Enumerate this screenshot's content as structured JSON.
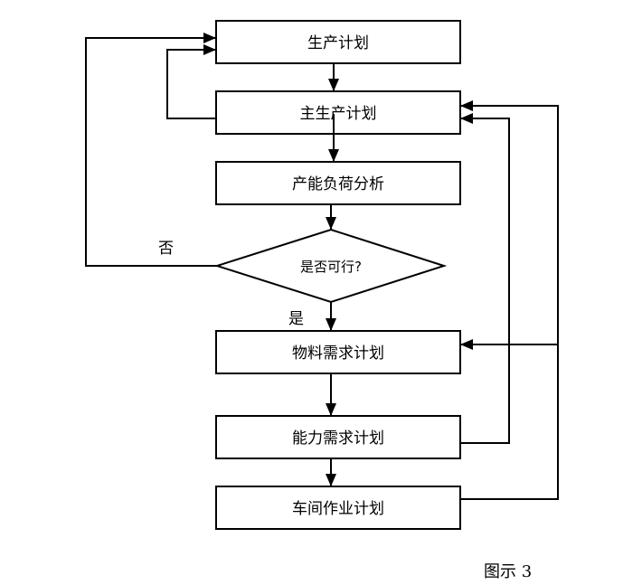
{
  "diagram": {
    "type": "flowchart",
    "nodes": [
      {
        "id": "production-plan",
        "shape": "rect",
        "label": "生产计划"
      },
      {
        "id": "master-production-schedule",
        "shape": "rect",
        "label": "主生产计划"
      },
      {
        "id": "capacity-load-analysis",
        "shape": "rect",
        "label": "产能负荷分析"
      },
      {
        "id": "feasible-decision",
        "shape": "diamond",
        "label": "是否可行?"
      },
      {
        "id": "material-requirements-plan",
        "shape": "rect",
        "label": "物料需求计划"
      },
      {
        "id": "capacity-requirements-plan",
        "shape": "rect",
        "label": "能力需求计划"
      },
      {
        "id": "workshop-operation-plan",
        "shape": "rect",
        "label": "车间作业计划"
      }
    ],
    "edges": [
      {
        "from": "production-plan",
        "to": "master-production-schedule",
        "label": ""
      },
      {
        "from": "master-production-schedule",
        "to": "capacity-load-analysis",
        "label": ""
      },
      {
        "from": "capacity-load-analysis",
        "to": "feasible-decision",
        "label": ""
      },
      {
        "from": "feasible-decision",
        "to": "material-requirements-plan",
        "label": "是"
      },
      {
        "from": "feasible-decision",
        "to": "production-plan",
        "label": "否"
      },
      {
        "from": "master-production-schedule",
        "to": "production-plan",
        "label": ""
      },
      {
        "from": "material-requirements-plan",
        "to": "capacity-requirements-plan",
        "label": ""
      },
      {
        "from": "capacity-requirements-plan",
        "to": "workshop-operation-plan",
        "label": ""
      },
      {
        "from": "capacity-requirements-plan",
        "to": "master-production-schedule",
        "label": ""
      },
      {
        "from": "workshop-operation-plan",
        "to": "master-production-schedule",
        "label": ""
      },
      {
        "from": "workshop-operation-plan",
        "to": "material-requirements-plan",
        "label": ""
      }
    ],
    "labels": {
      "yes": "是",
      "no": "否"
    },
    "caption": "图示 3"
  }
}
